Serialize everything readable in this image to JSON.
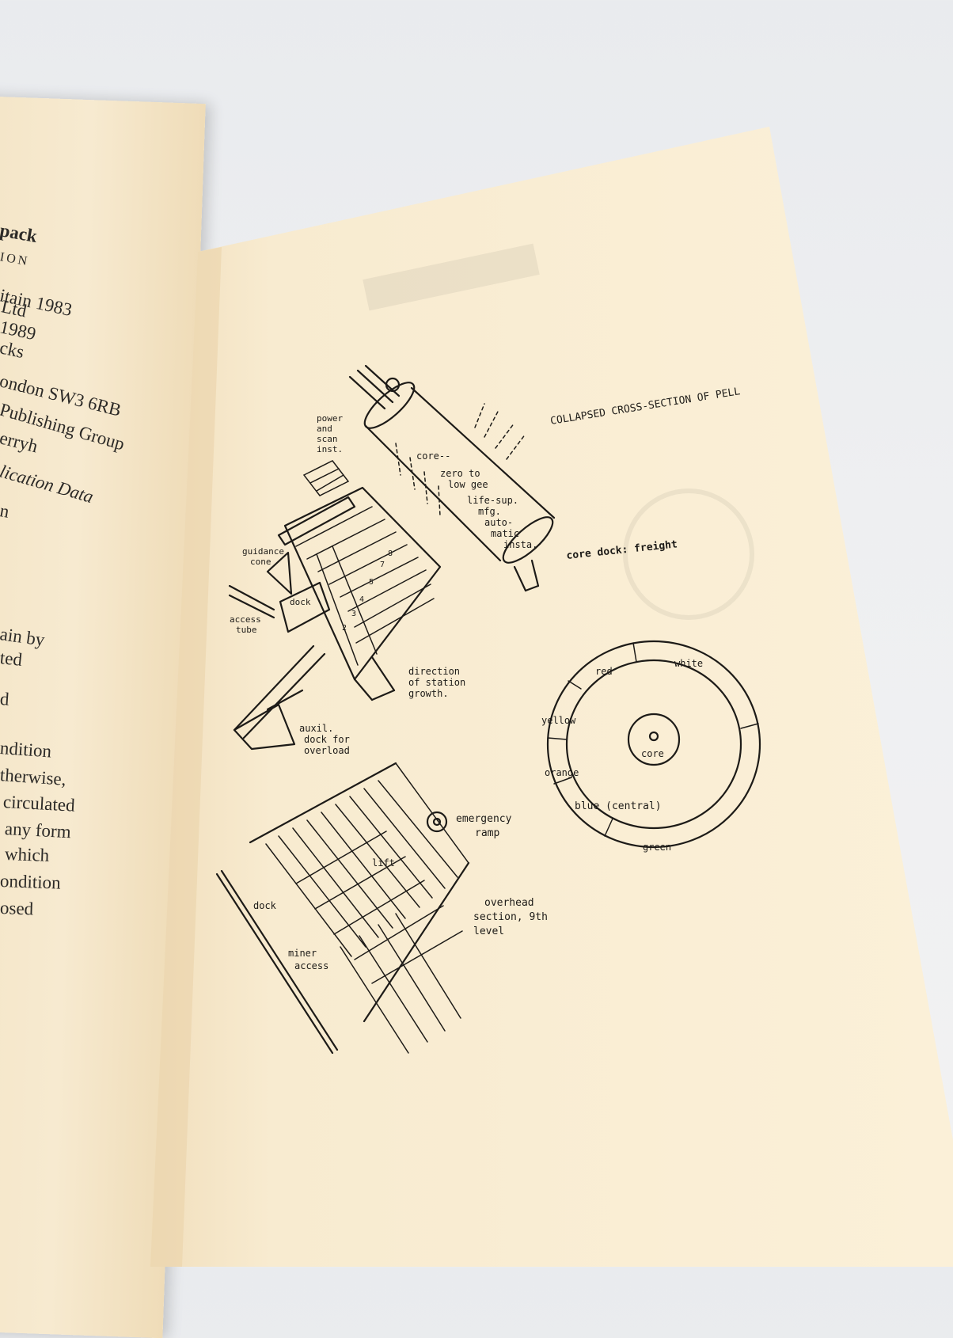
{
  "left_page_fragments": [
    "pack",
    "ION",
    "itain 1983",
    "Ltd",
    "1989",
    "cks",
    "ondon SW3 6RB",
    "Publishing Group",
    "erryh",
    "lication Data",
    "n",
    "ain by",
    "ted",
    "d",
    "ndition",
    "therwise,",
    "circulated",
    "any form",
    "which",
    "ondition",
    "osed"
  ],
  "diagram": {
    "title": "COLLAPSED CROSS-SECTION OF PELL",
    "labels": {
      "power": [
        "power",
        "and",
        "scan",
        "inst."
      ],
      "core": "core--",
      "zero_g": [
        "zero to",
        "low gee"
      ],
      "life_sup": [
        "life-sup.",
        "mfg.",
        "auto-",
        "matic",
        "insta."
      ],
      "core_dock": "core dock: freight",
      "guidance": [
        "guidance",
        "cone"
      ],
      "dock": "dock",
      "access": [
        "access",
        "tube"
      ],
      "direction": [
        "direction",
        "of station",
        "growth."
      ],
      "auxil": [
        "auxil.",
        "dock for",
        "overload"
      ],
      "ring_red": "red",
      "ring_white": "white",
      "ring_yellow": "yellow",
      "ring_orange": "orange",
      "ring_blue": "blue (central)",
      "ring_green": "green",
      "ring_core": "core",
      "emergency": [
        "emergency",
        "ramp"
      ],
      "lift": "lift",
      "overhead": [
        "overhead",
        "section, 9th",
        "level"
      ],
      "dock2": "dock",
      "miner": [
        "miner",
        "access"
      ]
    }
  }
}
